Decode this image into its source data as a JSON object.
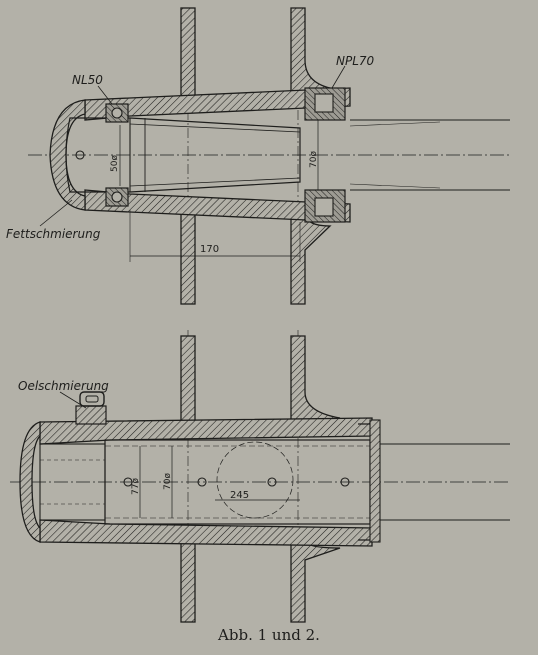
{
  "figure1": {
    "bearing_left": "NL50",
    "bearing_right": "NPL70",
    "lubrication": "Fettschmierung",
    "dim_inner": "50ø",
    "dim_outer": "70ø",
    "dim_length": "170"
  },
  "figure2": {
    "lubrication": "Oelschmierung",
    "dim_inner": "77ø",
    "dim_outer": "70ø",
    "dim_length": "245"
  },
  "caption": "Abb. 1 und 2.",
  "colors": {
    "paper": "#b3b1a8",
    "ink": "#1e1e1c"
  }
}
